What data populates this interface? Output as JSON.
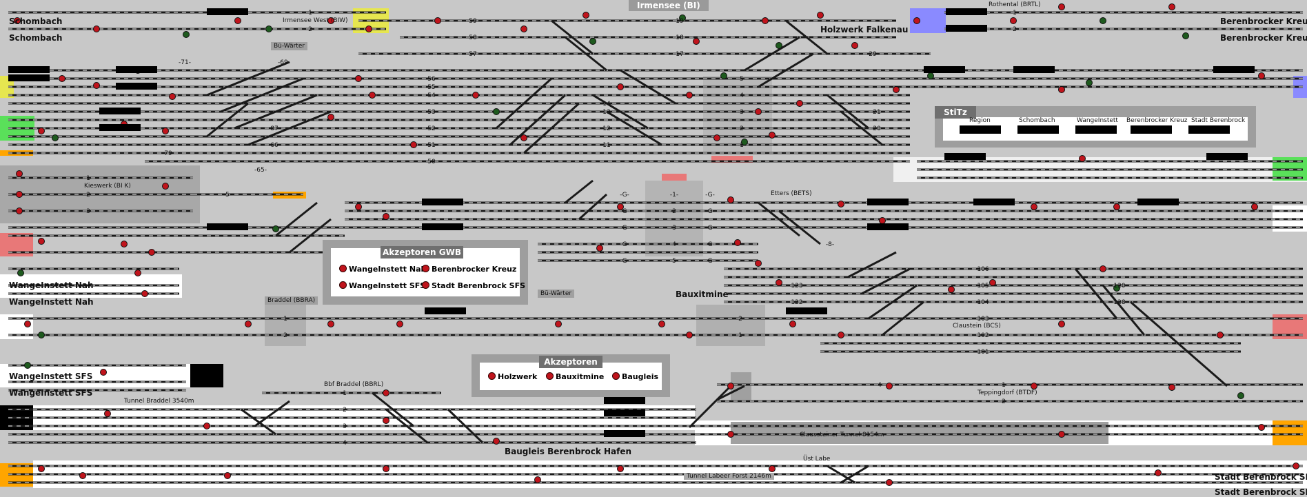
{
  "colors": {
    "background": "#c8c8c8",
    "track": "#1a1a1a",
    "sleeper": "#ffffff",
    "signal_red": "#c0141c",
    "signal_green": "#1e5a1e",
    "occupied": "#e87878",
    "yellow_zone": "#e6e650",
    "blue_zone": "#8a8aff",
    "green_zone": "#5ae05a",
    "orange_zone": "#ffa500",
    "panel_bg": "#9e9e9e",
    "panel_inner": "#ffffff"
  },
  "stations": [
    {
      "id": "schombach-1",
      "label": "Schombach",
      "style": "bold"
    },
    {
      "id": "schombach-2",
      "label": "Schombach",
      "style": "bold"
    },
    {
      "id": "irmensee-west",
      "label": "Irmensee West (BIW)",
      "style": "plain"
    },
    {
      "id": "bue-waerter-1",
      "label": "Bü-Wärter",
      "style": "plain"
    },
    {
      "id": "irmensee",
      "label": "Irmensee (BI)",
      "style": "header"
    },
    {
      "id": "holzwerk-falkenau",
      "label": "Holzwerk Falkenau",
      "style": "bold"
    },
    {
      "id": "rothental",
      "label": "Rothental (BRTL)",
      "style": "plain"
    },
    {
      "id": "berenbrocker-kreuz-1",
      "label": "Berenbrocker Kreuz",
      "style": "bold"
    },
    {
      "id": "berenbrocker-kreuz-2",
      "label": "Berenbrocker Kreuz",
      "style": "bold"
    },
    {
      "id": "kieswerk",
      "label": "Kieswerk (BI K)",
      "style": "plain"
    },
    {
      "id": "etters",
      "label": "Etters (BETS)",
      "style": "plain"
    },
    {
      "id": "wangeinstett-nah-1",
      "label": "WangeInstett Nah",
      "style": "bold"
    },
    {
      "id": "wangeinstett-nah-2",
      "label": "WangeInstett Nah",
      "style": "bold"
    },
    {
      "id": "braddel",
      "label": "Braddel (BBRA)",
      "style": "plain"
    },
    {
      "id": "bue-waerter-2",
      "label": "Bü-Wärter",
      "style": "plain"
    },
    {
      "id": "bauxitmine",
      "label": "Bauxitmine",
      "style": "bold"
    },
    {
      "id": "claustein",
      "label": "Claustein (BCS)",
      "style": "plain"
    },
    {
      "id": "wangeinstett-sfs-1",
      "label": "WangeInstett SFS",
      "style": "bold"
    },
    {
      "id": "wangeinstett-sfs-2",
      "label": "WangeInstett SFS",
      "style": "bold"
    },
    {
      "id": "tunnel-braddel",
      "label": "Tunnel Braddel 3540m",
      "style": "plain"
    },
    {
      "id": "bbf-braddel",
      "label": "Bbf Braddel (BBRL)",
      "style": "plain"
    },
    {
      "id": "teppingdorf",
      "label": "Teppingdorf (BTDF)",
      "style": "plain"
    },
    {
      "id": "claussteiner-tunnel",
      "label": "Claussteiner Tunnel 8154m",
      "style": "plain"
    },
    {
      "id": "baugleis-berenbrock-hafen",
      "label": "Baugleis Berenbrock Hafen",
      "style": "bold"
    },
    {
      "id": "uest-labe",
      "label": "Üst Labe",
      "style": "plain"
    },
    {
      "id": "tunnel-labeer-forst",
      "label": "Tunnel Labeer Forst 2146m",
      "style": "plain"
    },
    {
      "id": "stadt-berenbrock-sfs-1",
      "label": "Stadt Berenbrock SFS",
      "style": "bold"
    },
    {
      "id": "stadt-berenbrock-sfs-2",
      "label": "Stadt Berenbrock SFS",
      "style": "bold"
    }
  ],
  "panels": {
    "akzeptoren_gwb": {
      "title": "Akzeptoren GWB",
      "items": [
        "WangeInstett Nah",
        "Berenbrocker Kreuz",
        "WangeInstett SFS",
        "Stadt Berenbrock SFS"
      ]
    },
    "akzeptoren": {
      "title": "Akzeptoren",
      "items": [
        "Holzwerk",
        "Bauxitmine",
        "Baugleis"
      ]
    },
    "stitz": {
      "title": "StiTz",
      "columns": [
        "Region",
        "Schombach",
        "WangeInstett",
        "Berenbrocker Kreuz",
        "Stadt Berenbrock"
      ]
    }
  },
  "track_numbers": {
    "irmensee_west": [
      "-1-",
      "-2-"
    ],
    "schombach_group": [
      "-71-",
      "-69-"
    ],
    "irmensee_upper": [
      "-59-",
      "-58-",
      "-57-"
    ],
    "irmensee_right": [
      "-19-",
      "-18-",
      "-17-"
    ],
    "falkenau": [
      "-29-"
    ],
    "rothental": [
      "-1-",
      "-2-"
    ],
    "irmensee_main_left": [
      "-56-",
      "-55-",
      "-54-",
      "-53-",
      "-52-",
      "-51-",
      "-50-"
    ],
    "irmensee_main_mid": [
      "-5-",
      "-4-",
      "-3-",
      "-2-",
      "-1-"
    ],
    "irmensee_mid_col": [
      "-14-",
      "-13-",
      "-12-",
      "-11-"
    ],
    "irmensee_far_right": [
      "-21-",
      "-20-"
    ],
    "kieswerk": [
      "-1-",
      "-2-",
      "-3-"
    ],
    "kieswerk_exit": [
      "-5-"
    ],
    "schombach_low": [
      "-87-",
      "-66-",
      "-65-",
      "-79-"
    ],
    "etters_left": [
      "-G-",
      "-G-",
      "-G-",
      "-G-",
      "-G-"
    ],
    "etters_mid": [
      "-1-",
      "-2-",
      "-3-",
      "-4-",
      "-5-"
    ],
    "etters_right": [
      "-G-",
      "-G-",
      "-G-",
      "-G-",
      "-G-"
    ],
    "etters_branch": [
      "-8-"
    ],
    "bauxitmine": [
      "-123-",
      "-122-"
    ],
    "claustein_group": [
      "-106-",
      "-105-",
      "-104-",
      "-103-",
      "-102-",
      "-101-"
    ],
    "claustein_right": [
      "-120-",
      "-128-"
    ],
    "braddel": [
      "-1-",
      "-2-"
    ],
    "bauxit_main": [
      "-2-",
      "-1-"
    ],
    "bbf_braddel": [
      "-1-",
      "-2-",
      "-3-",
      "-4-"
    ],
    "teppingdorf": [
      "-1-",
      "-2-",
      "-4-"
    ]
  }
}
